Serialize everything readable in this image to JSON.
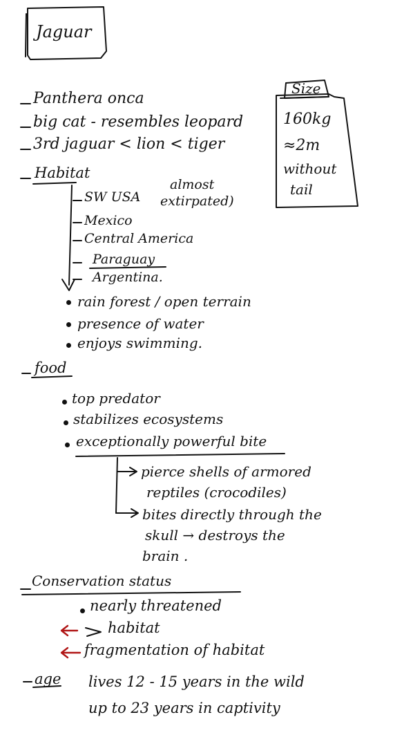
{
  "title": "Jaguar",
  "main": {
    "lines": [
      "Panthera onca",
      "big cat - resembles leopard",
      "3rd jaguar < lion < tiger"
    ]
  },
  "size_box": {
    "title": "Size",
    "weight": "160kg",
    "length": "≈2m",
    "note_1": "without",
    "note_2": "tail"
  },
  "habitat": {
    "heading": "Habitat",
    "locations": [
      "SW USA",
      "Mexico",
      "Central America",
      "Paraguay",
      "Argentina."
    ],
    "sw_usa_note_1": "almost",
    "sw_usa_note_2": "extirpated)",
    "traits": [
      "rain forest / open terrain",
      "presence of water",
      "enjoys swimming."
    ]
  },
  "food": {
    "heading": "food",
    "points": [
      "top predator",
      "stabilizes ecosystems",
      "exceptionally powerful bite"
    ],
    "bite_details": [
      "pierce shells of armored",
      "reptiles (crocodiles)",
      "bites directly through the",
      "skull → destroys the",
      "brain ."
    ]
  },
  "conservation": {
    "heading": "Conservation status",
    "status": "nearly threatened",
    "causes": [
      "habitat",
      "fragmentation of habitat"
    ],
    "arrow_color": "#b01515"
  },
  "age": {
    "heading": "age",
    "lines": [
      "lives 12 - 15 years in the wild",
      "up to 23 years in captivity"
    ]
  }
}
